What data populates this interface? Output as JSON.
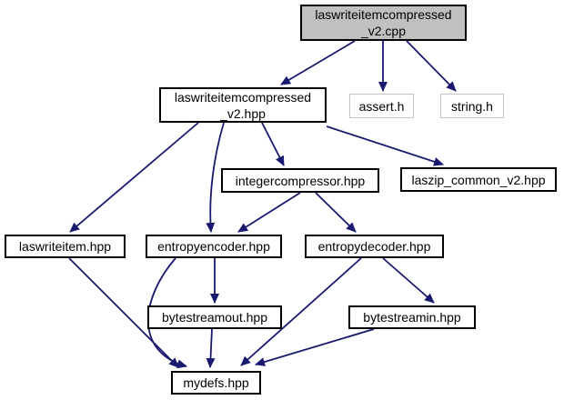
{
  "diagram": {
    "type": "include-dependency-graph",
    "root": "laswriteitemcompressed_v2.cpp"
  },
  "colors": {
    "edge": "#191970",
    "node_border": "#000000",
    "external_node_border": "#c3c3c3",
    "root_fill": "#c0c0c0",
    "node_fill": "#ffffff",
    "background": "#ffffff"
  },
  "nodes": {
    "cpp": {
      "label": "laswriteitemcompressed\n_v2.cpp"
    },
    "hpp": {
      "label": "laswriteitemcompressed\n_v2.hpp"
    },
    "assert": {
      "label": "assert.h"
    },
    "string": {
      "label": "string.h"
    },
    "intc": {
      "label": "integercompressor.hpp"
    },
    "laszip": {
      "label": "laszip_common_v2.hpp"
    },
    "lwi": {
      "label": "laswriteitem.hpp"
    },
    "enc": {
      "label": "entropyencoder.hpp"
    },
    "dec": {
      "label": "entropydecoder.hpp"
    },
    "bso": {
      "label": "bytestreamout.hpp"
    },
    "bsi": {
      "label": "bytestreamin.hpp"
    },
    "myd": {
      "label": "mydefs.hpp"
    }
  },
  "edges": [
    {
      "from": "laswriteitemcompressed_v2.cpp",
      "to": "laswriteitemcompressed_v2.hpp"
    },
    {
      "from": "laswriteitemcompressed_v2.cpp",
      "to": "assert.h"
    },
    {
      "from": "laswriteitemcompressed_v2.cpp",
      "to": "string.h"
    },
    {
      "from": "laswriteitemcompressed_v2.hpp",
      "to": "laswriteitem.hpp"
    },
    {
      "from": "laswriteitemcompressed_v2.hpp",
      "to": "entropyencoder.hpp"
    },
    {
      "from": "laswriteitemcompressed_v2.hpp",
      "to": "integercompressor.hpp"
    },
    {
      "from": "laswriteitemcompressed_v2.hpp",
      "to": "laszip_common_v2.hpp"
    },
    {
      "from": "integercompressor.hpp",
      "to": "entropyencoder.hpp"
    },
    {
      "from": "integercompressor.hpp",
      "to": "entropydecoder.hpp"
    },
    {
      "from": "laswriteitem.hpp",
      "to": "mydefs.hpp"
    },
    {
      "from": "entropyencoder.hpp",
      "to": "bytestreamout.hpp"
    },
    {
      "from": "entropyencoder.hpp",
      "to": "mydefs.hpp"
    },
    {
      "from": "entropydecoder.hpp",
      "to": "bytestreamin.hpp"
    },
    {
      "from": "entropydecoder.hpp",
      "to": "mydefs.hpp"
    },
    {
      "from": "bytestreamout.hpp",
      "to": "mydefs.hpp"
    },
    {
      "from": "bytestreamin.hpp",
      "to": "mydefs.hpp"
    }
  ]
}
